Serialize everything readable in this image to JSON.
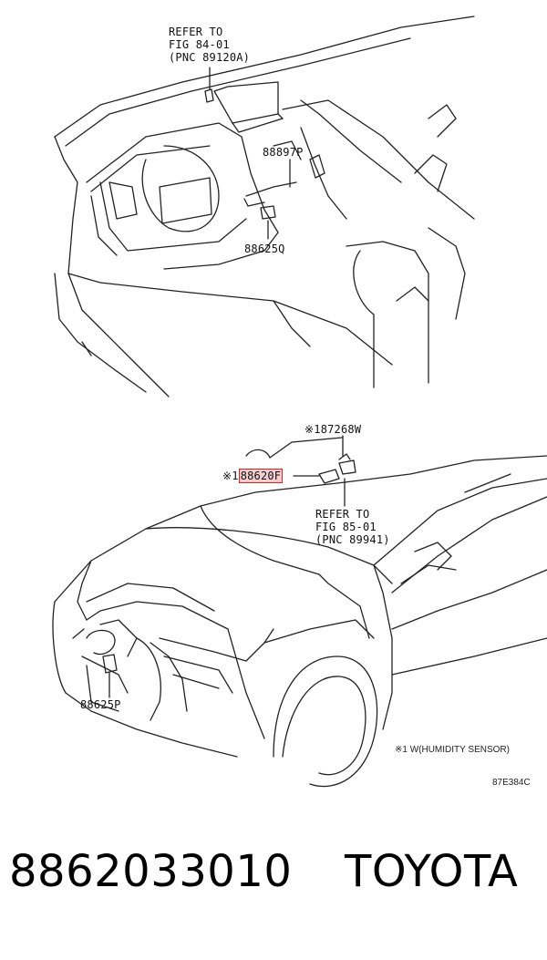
{
  "top_ref": {
    "line1": "REFER TO",
    "line2": "FIG 84-01",
    "line3": "(PNC 89120A)"
  },
  "parts_top": {
    "p1": "88897P",
    "p2": "88625Q"
  },
  "parts_bottom": {
    "p1": "87268W",
    "p2": "88620F",
    "p3": "88625P",
    "mark": "※1"
  },
  "bottom_ref": {
    "line1": "REFER TO",
    "line2": "FIG 85-01",
    "line3": "(PNC 89941)"
  },
  "legend_note": "※1  W(HUMIDITY SENSOR)",
  "figure_code": "87E384C",
  "footer": {
    "part_number": "8862033010",
    "brand": "TOYOTA"
  }
}
